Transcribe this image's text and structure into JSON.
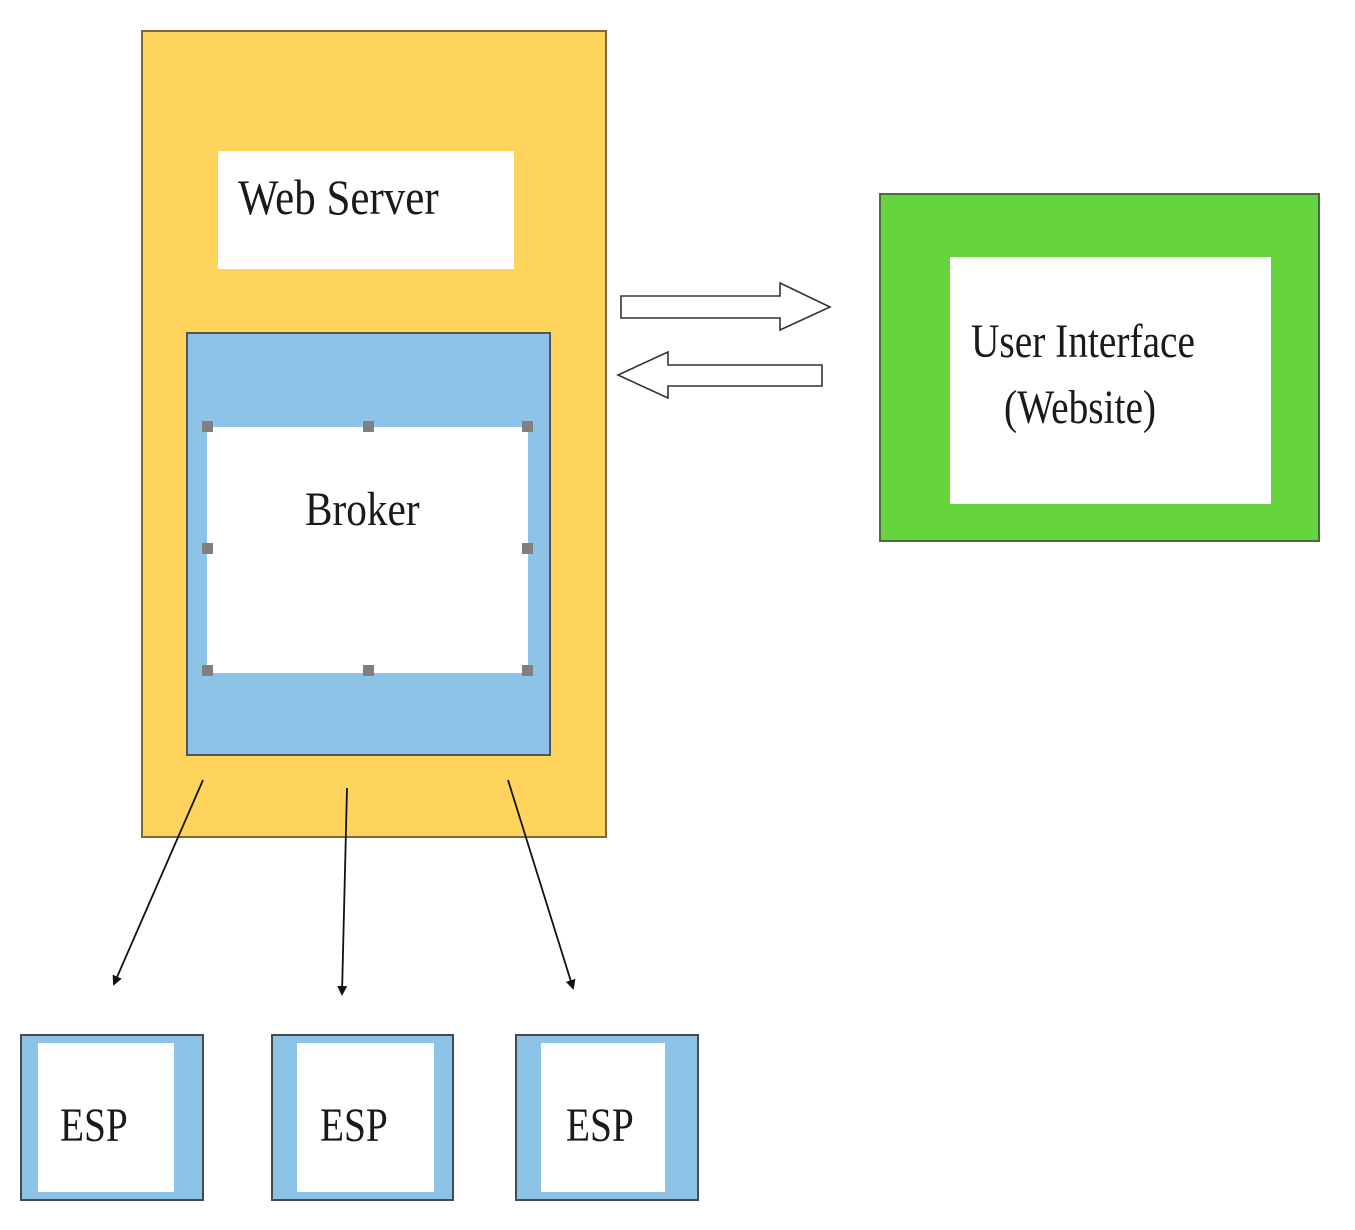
{
  "web_server": {
    "label": "Web Server"
  },
  "broker": {
    "label": "Broker"
  },
  "user_interface": {
    "line1": "User Interface",
    "line2": "(Website)"
  },
  "esp_nodes": [
    {
      "label": "ESP"
    },
    {
      "label": "ESP"
    },
    {
      "label": "ESP"
    }
  ],
  "colors": {
    "web_server_fill": "#ffd45c",
    "broker_fill": "#8dc3e7",
    "ui_fill": "#66d43c",
    "esp_fill": "#8dc3e7"
  }
}
